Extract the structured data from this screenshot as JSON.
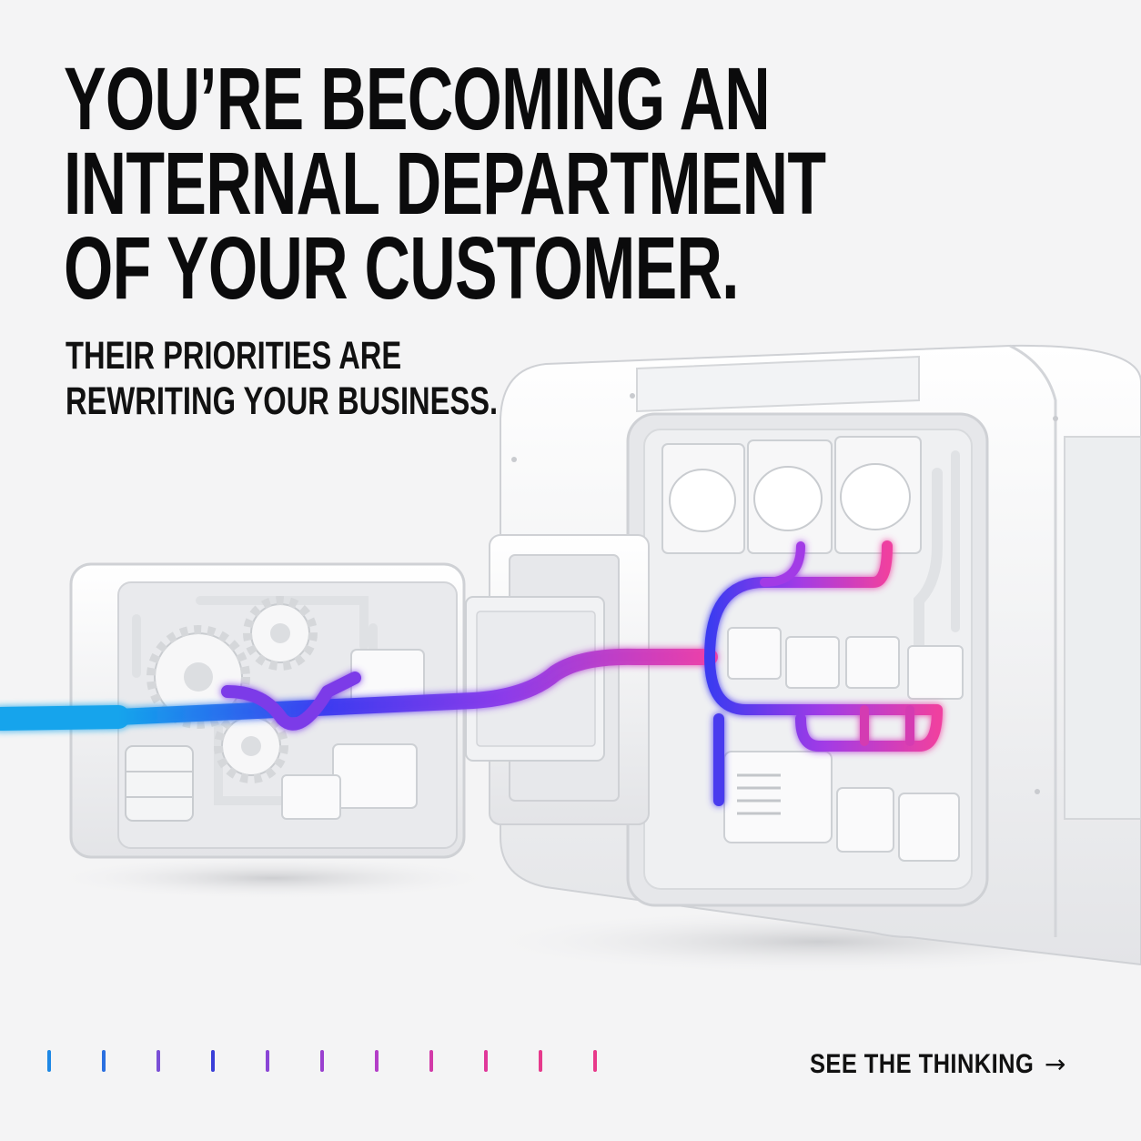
{
  "headline": {
    "lines": [
      "YOU’RE BECOMING AN",
      "INTERNAL DEPARTMENT",
      "OF YOUR CUSTOMER."
    ]
  },
  "subhead": {
    "lines": [
      "THEIR PRIORITIES ARE",
      "REWRITING YOUR BUSINESS."
    ]
  },
  "cta": {
    "label": "SEE THE THINKING",
    "icon": "arrow-right-icon",
    "arrow_glyph": "→"
  },
  "progress_ticks": {
    "colors": [
      "#1e88e5",
      "#2a6fe0",
      "#7a4fd6",
      "#3a3fd8",
      "#8a45d6",
      "#9a40cf",
      "#b43ec8",
      "#d23aa8",
      "#e0389a",
      "#e63a8c",
      "#e8398a"
    ]
  },
  "colors": {
    "background": "#f4f4f5",
    "text": "#0b0b0c",
    "flow_blue": "#12a4ec",
    "flow_indigo": "#3b3bf0",
    "flow_purple": "#8a3bea",
    "flow_magenta": "#ec3fa8"
  },
  "illustration": {
    "left_module_icon": "gearbox-module-icon",
    "right_module_icon": "control-cabinet-icon",
    "connector_icon": "docking-connector-icon"
  }
}
